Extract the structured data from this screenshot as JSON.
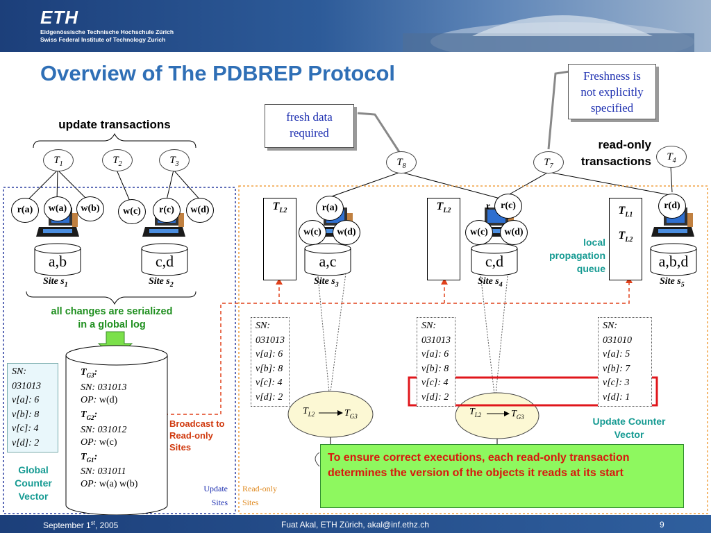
{
  "header": {
    "logo": "ETH",
    "line1": "Eidgenössische Technische Hochschule Zürich",
    "line2": "Swiss Federal Institute of Technology Zurich"
  },
  "title": "Overview of The PDBREP Protocol",
  "labels": {
    "update_transactions": "update transactions",
    "readonly_line1": "read-only",
    "readonly_line2": "transactions",
    "serialized_line1": "all changes are serialized",
    "serialized_line2": "in a global log",
    "broadcast_line1": "Broadcast to",
    "broadcast_line2": "Read-only",
    "broadcast_line3": "Sites",
    "local_queue_line1": "local",
    "local_queue_line2": "propagation",
    "local_queue_line3": "queue",
    "update_counter_line1": "Update Counter",
    "update_counter_line2": "Vector",
    "global_counter_line1": "Global",
    "global_counter_line2": "Counter",
    "global_counter_line3": "Vector",
    "update_sites_1": "Update",
    "update_sites_2": "Sites",
    "readonly_sites_1": "Read-only",
    "readonly_sites_2": "Sites"
  },
  "callouts": {
    "fresh_line1": "fresh data",
    "fresh_line2": "required",
    "freshness_line1": "Freshness is",
    "freshness_line2": "not explicitly",
    "freshness_line3": "specified"
  },
  "transactions": {
    "t1": "T",
    "t1_sub": "1",
    "t2": "T",
    "t2_sub": "2",
    "t3": "T",
    "t3_sub": "3",
    "t4": "T",
    "t4_sub": "4",
    "t7": "T",
    "t7_sub": "7",
    "t8": "T",
    "t8_sub": "8"
  },
  "ops": {
    "s1_a": "r(a)",
    "s1_b": "w(a)",
    "s1_c": "w(b)",
    "s2_a": "w(c)",
    "s2_b": "r(c)",
    "s2_c": "w(d)",
    "s3_a": "r(a)",
    "s3_b": "w(c)",
    "s3_c": "w(d)",
    "s4_a": "r(c)",
    "s4_b": "w(c)",
    "s4_c": "w(d)",
    "s4_partial": "r",
    "s5_a": "r(d)"
  },
  "sites": {
    "s1_data": "a,b",
    "s1_name": "Site s",
    "s1_sub": "1",
    "s2_data": "c,d",
    "s2_name": "Site s",
    "s2_sub": "2",
    "s3_data": "a,c",
    "s3_name": "Site s",
    "s3_sub": "3",
    "s4_data": "c,d",
    "s4_name": "Site s",
    "s4_sub": "4",
    "s5_data": "a,b,d",
    "s5_name": "Site s",
    "s5_sub": "5"
  },
  "queues": {
    "q3": "T",
    "q3_sub": "L2",
    "q4": "T",
    "q4_sub": "L2",
    "q5a": "T",
    "q5a_sub": "L1",
    "q5b": "T",
    "q5b_sub": "L2"
  },
  "vectors": {
    "s3": [
      "SN:",
      "031013",
      "v[a]: 6",
      "v[b]: 8",
      "v[c]: 4",
      "v[d]: 2"
    ],
    "s4": [
      "SN:",
      "031013",
      "v[a]: 6",
      "v[b]: 8",
      "v[c]: 4",
      "v[d]: 2"
    ],
    "s5": [
      "SN:",
      "031010",
      "v[a]: 5",
      "v[b]: 7",
      "v[c]: 3",
      "v[d]: 1"
    ],
    "global": [
      "SN:",
      "031013",
      "v[a]: 6",
      "v[b]: 8",
      "v[c]: 4",
      "v[d]: 2"
    ]
  },
  "log": {
    "e1_t": "T",
    "e1_sub": "G3",
    "e1_sn_k": "SN:",
    "e1_sn": "031013",
    "e1_op_k": "OP:",
    "e1_op": "w(d)",
    "e2_t": "T",
    "e2_sub": "G2",
    "e2_sn_k": "SN:",
    "e2_sn": "031012",
    "e2_op_k": "OP:",
    "e2_op": "w(c)",
    "e3_t": "T",
    "e3_sub": "G1",
    "e3_sn_k": "SN:",
    "e3_sn": "031011",
    "e3_op_k": "OP:",
    "e3_op": "w(a) w(b)"
  },
  "refresh": {
    "a_l": "T",
    "a_l_sub": "L2",
    "a_g": "T",
    "a_g_sub": "G3",
    "b_l": "T",
    "b_l_sub": "L2",
    "b_g": "T",
    "b_g_sub": "G3"
  },
  "note": "To ensure correct executions, each read-only transaction determines the version of the objects it reads at its start",
  "footer": {
    "date": "September 1",
    "date_sup": "st",
    "date_year": ", 2005",
    "author": "Fuat Akal, ETH Zürich, akal@inf.ethz.ch",
    "page": "9"
  },
  "colors": {
    "title": "#2f6fb6",
    "callout_text": "#1d2fb0",
    "teal": "#159a92",
    "green": "#1f8f1f",
    "highlight_box": "#e0161b",
    "note_bg": "#8ef85f",
    "note_text": "#d8180e"
  }
}
